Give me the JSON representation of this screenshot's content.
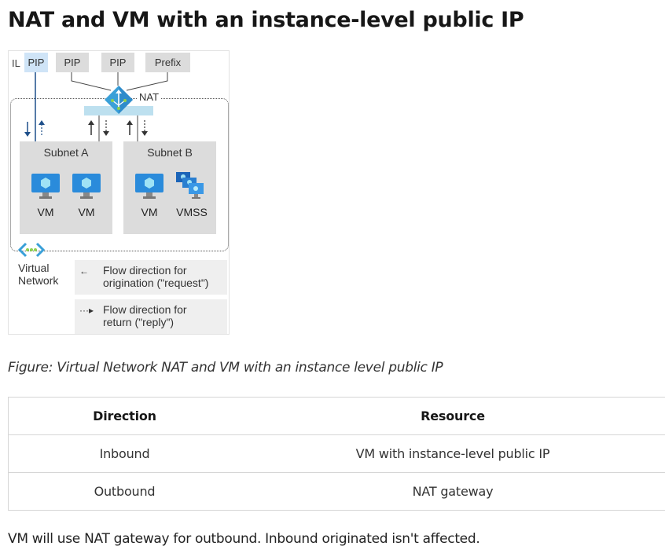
{
  "page": {
    "title": "NAT and VM with an instance-level public IP",
    "caption": "Figure: Virtual Network NAT and VM with an instance level public IP",
    "note": "VM will use NAT gateway for outbound. Inbound originated isn't affected."
  },
  "diagram": {
    "il_label": "IL",
    "top_boxes": [
      {
        "label": "PIP",
        "kind": "instance-level"
      },
      {
        "label": "PIP",
        "kind": "nat"
      },
      {
        "label": "PIP",
        "kind": "nat"
      },
      {
        "label": "Prefix",
        "kind": "nat"
      }
    ],
    "nat_label": "NAT",
    "subnets": [
      {
        "title": "Subnet A",
        "resources": [
          {
            "label": "VM",
            "icon": "vm-icon"
          },
          {
            "label": "VM",
            "icon": "vm-icon"
          }
        ]
      },
      {
        "title": "Subnet B",
        "resources": [
          {
            "label": "VM",
            "icon": "vm-icon"
          },
          {
            "label": "VMSS",
            "icon": "vmss-icon"
          }
        ]
      }
    ],
    "vnet_label_line1": "Virtual",
    "vnet_label_line2": "Network",
    "legend": [
      {
        "glyph": "←",
        "line1": "Flow direction for",
        "line2": "origination (\"request\")"
      },
      {
        "glyph": "···▸",
        "line1": "Flow direction for",
        "line2": "return (\"reply\")"
      }
    ],
    "colors": {
      "il_pip": "#cfe4f7",
      "box_gray": "#dcdcdc",
      "nat_bar": "#bde0ef",
      "nat_icon": "#3aa0d8",
      "arrow_blue": "#1e4f8a"
    }
  },
  "table": {
    "headers": [
      "Direction",
      "Resource"
    ],
    "rows": [
      [
        "Inbound",
        "VM with instance-level public IP"
      ],
      [
        "Outbound",
        "NAT gateway"
      ]
    ]
  }
}
